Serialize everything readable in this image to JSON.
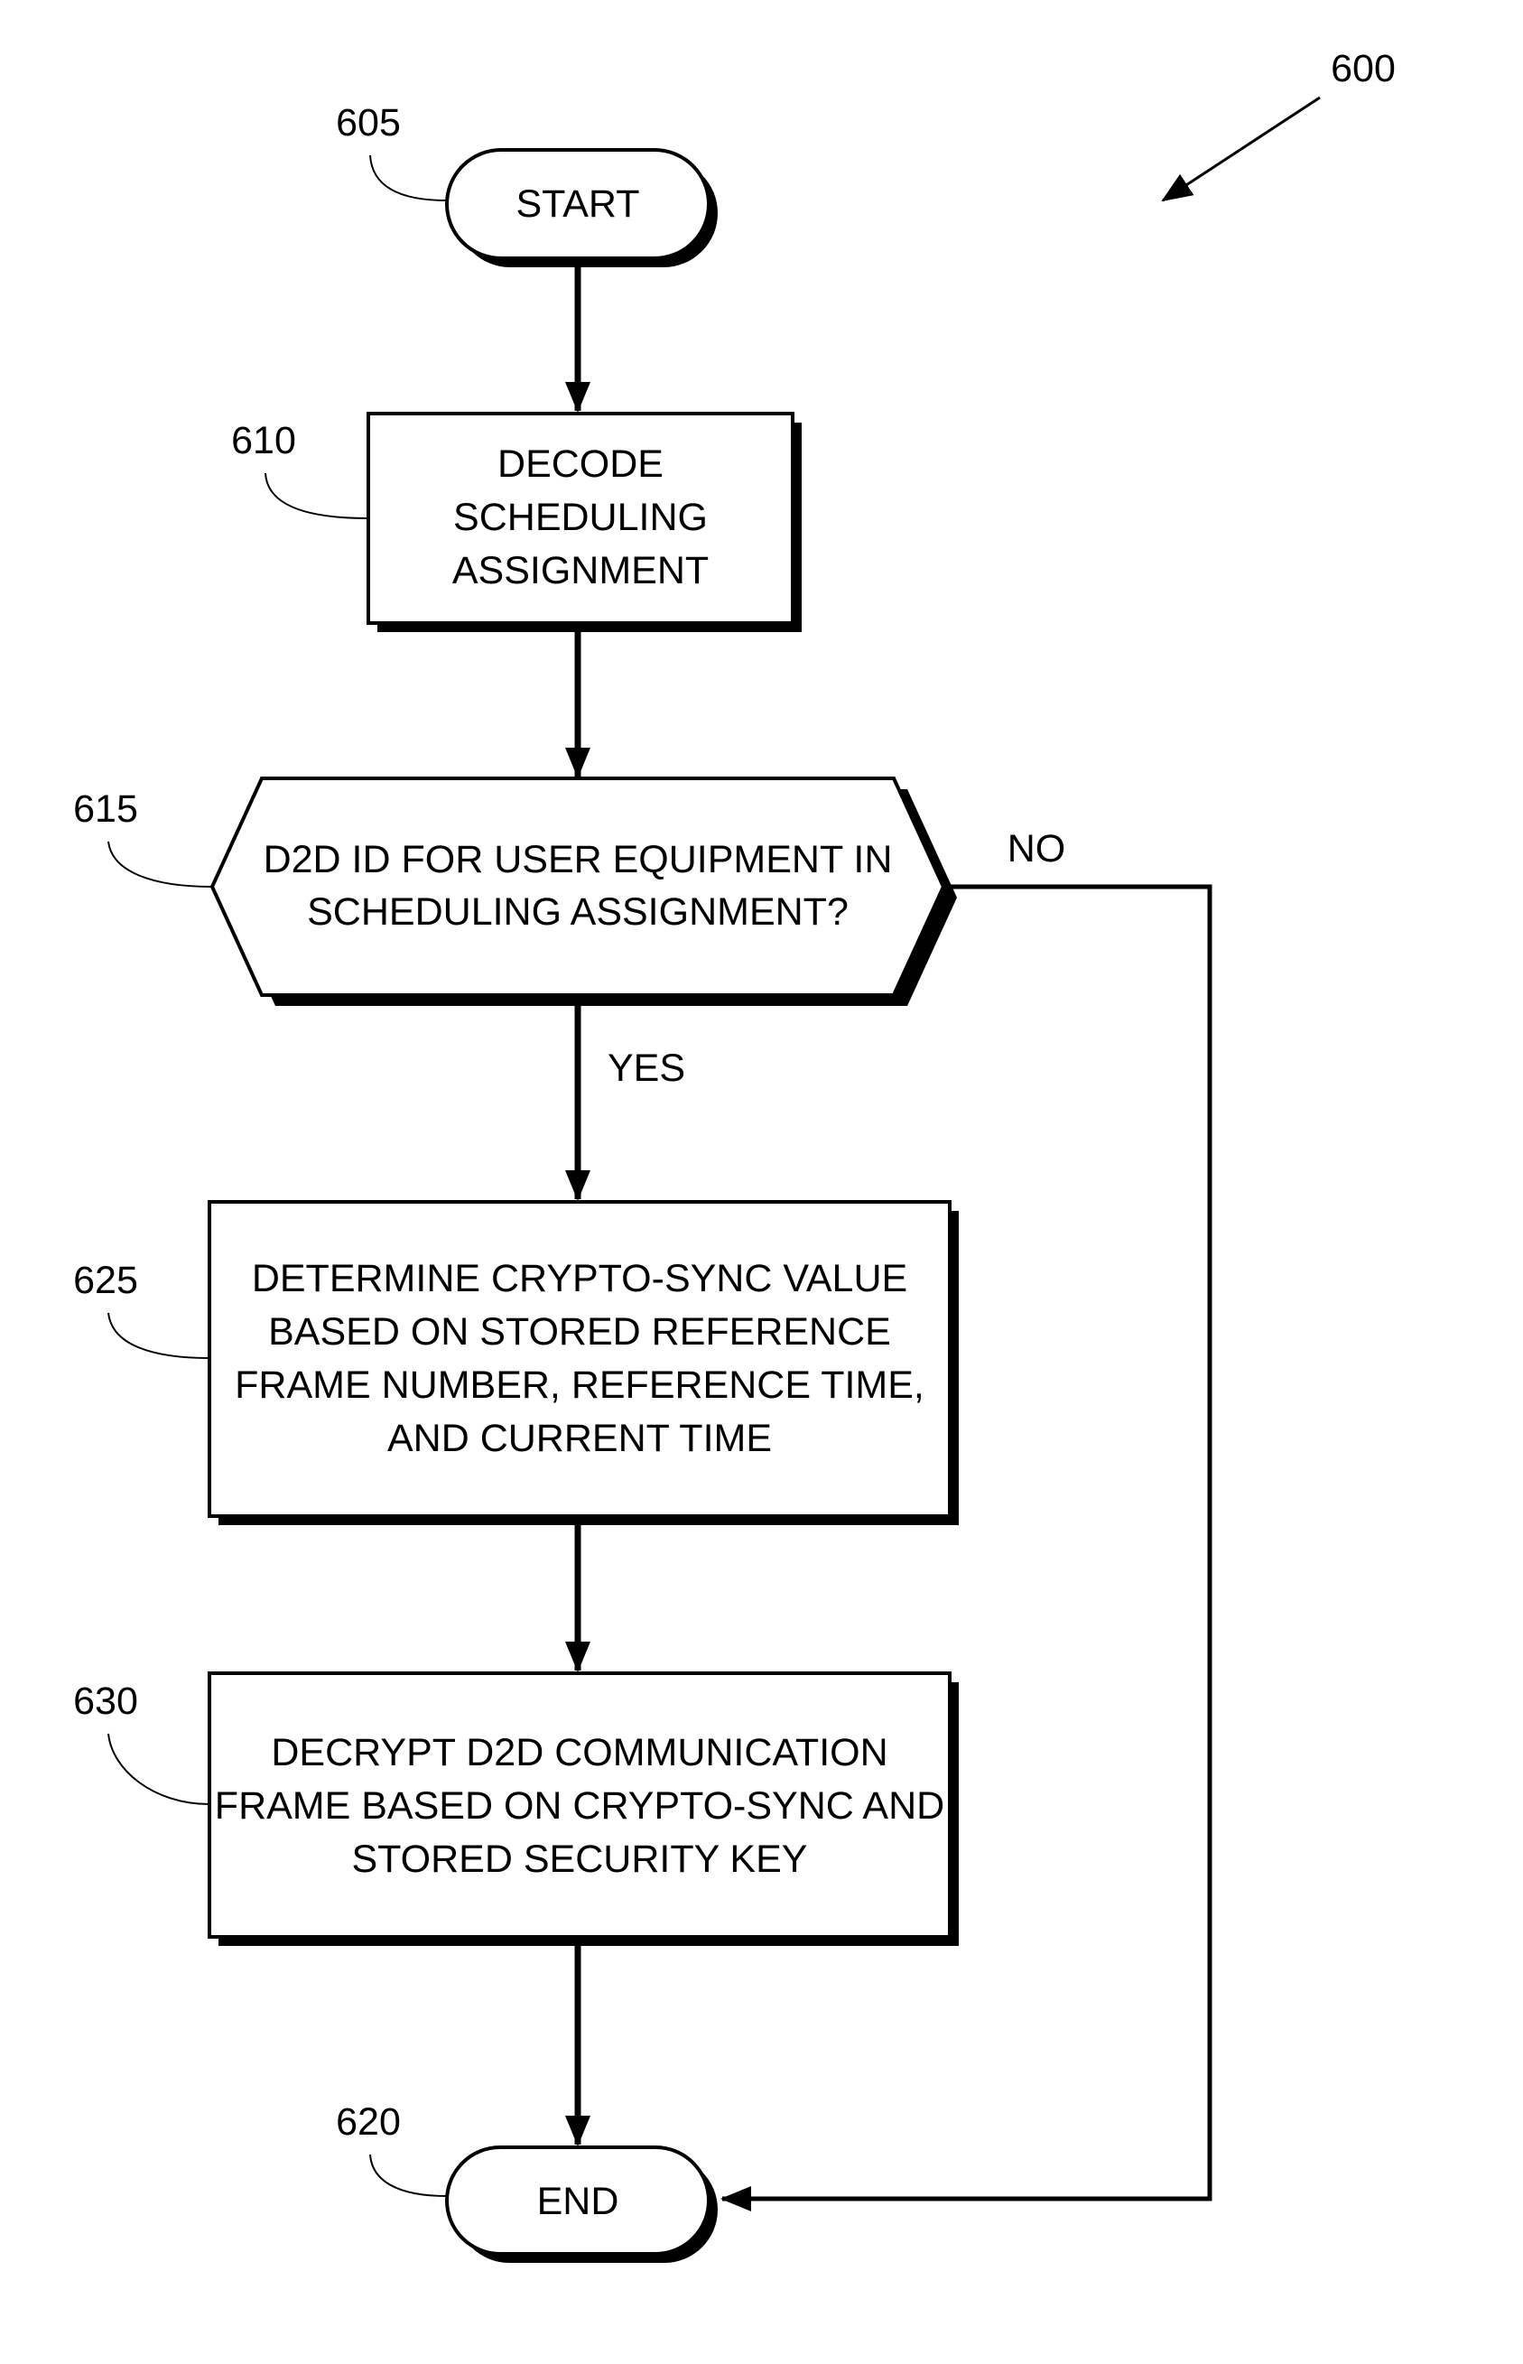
{
  "figure_number": "600",
  "nodes": {
    "start": {
      "ref": "605",
      "lines": [
        "START"
      ]
    },
    "decode": {
      "ref": "610",
      "lines": [
        "DECODE",
        "SCHEDULING",
        "ASSIGNMENT"
      ]
    },
    "decision": {
      "ref": "615",
      "lines": [
        "D2D ID FOR USER EQUIPMENT IN",
        "SCHEDULING ASSIGNMENT?"
      ]
    },
    "determine": {
      "ref": "625",
      "lines": [
        "DETERMINE CRYPTO-SYNC VALUE",
        "BASED ON STORED REFERENCE",
        "FRAME NUMBER, REFERENCE TIME,",
        "AND CURRENT TIME"
      ]
    },
    "decrypt": {
      "ref": "630",
      "lines": [
        "DECRYPT D2D COMMUNICATION",
        "FRAME BASED ON CRYPTO-SYNC AND",
        "STORED SECURITY KEY"
      ]
    },
    "end": {
      "ref": "620",
      "lines": [
        "END"
      ]
    }
  },
  "edges": {
    "yes_label": "YES",
    "no_label": "NO"
  }
}
